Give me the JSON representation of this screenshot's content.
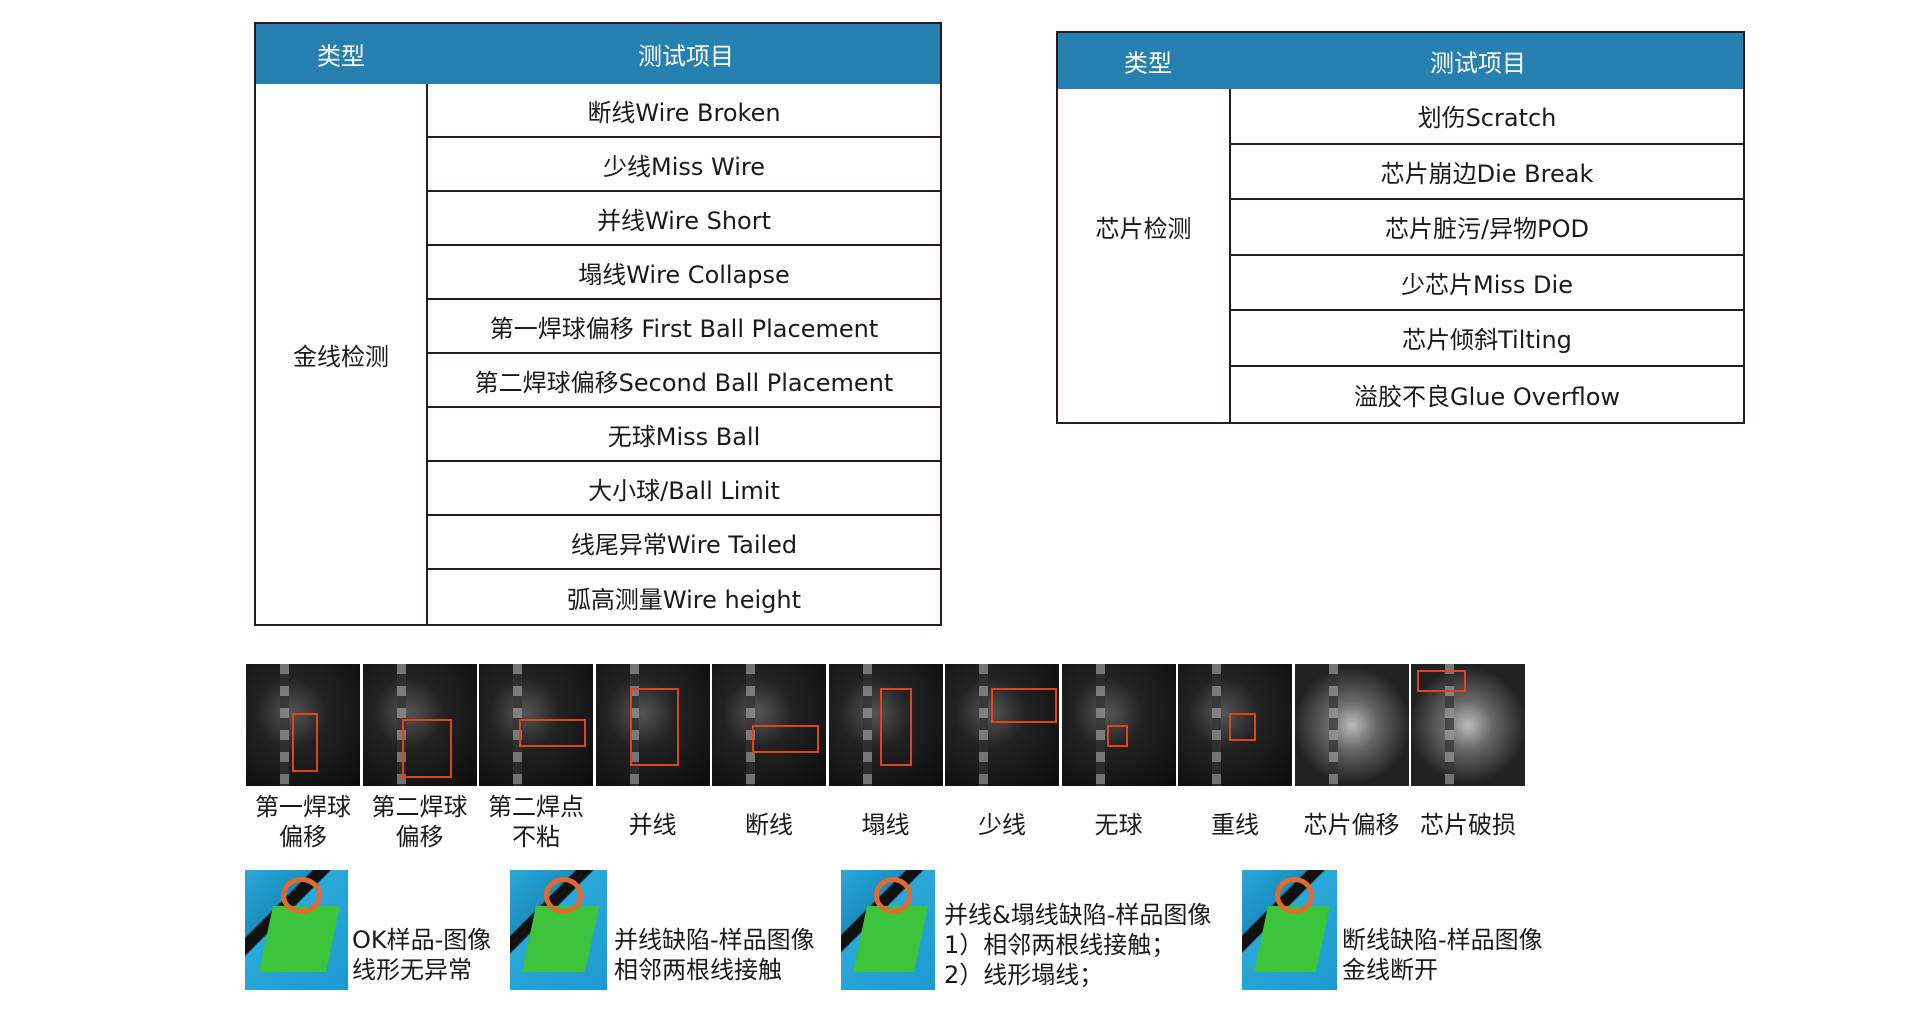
{
  "wire_table": {
    "header_type": "类型",
    "header_items": "测试项目",
    "category": "金线检测",
    "items": [
      "断线Wire Broken",
      "少线Miss Wire",
      "并线Wire Short",
      "塌线Wire Collapse",
      "第一焊球偏移 First Ball Placement",
      "第二焊球偏移Second Ball Placement",
      "无球Miss Ball",
      "大小球/Ball Limit",
      "线尾异常Wire Tailed",
      "弧高测量Wire height"
    ]
  },
  "chip_table": {
    "header_type": "类型",
    "header_items": "测试项目",
    "category": "芯片检测",
    "items": [
      "划伤Scratch",
      "芯片崩边Die Break",
      "芯片脏污/异物POD",
      "少芯片Miss Die",
      "芯片倾斜Tilting",
      "溢胶不良Glue Overflow"
    ]
  },
  "defect_images": [
    {
      "line1": "第一焊球",
      "line2": "偏移"
    },
    {
      "line1": "第二焊球",
      "line2": "偏移"
    },
    {
      "line1": "第二焊点",
      "line2": "不粘"
    },
    {
      "line1": "并线"
    },
    {
      "line1": "断线"
    },
    {
      "line1": "塌线"
    },
    {
      "line1": "少线"
    },
    {
      "line1": "无球"
    },
    {
      "line1": "重线"
    },
    {
      "line1": "芯片偏移"
    },
    {
      "line1": "芯片破损"
    }
  ],
  "samples": [
    {
      "line1": "OK样品-图像",
      "line2": "线形无异常"
    },
    {
      "line1": "并线缺陷-样品图像",
      "line2": "相邻两根线接触"
    },
    {
      "line1": "并线&塌线缺陷-样品图像",
      "line2": "1）相邻两根线接触；",
      "line3": "2）线形塌线；"
    },
    {
      "line1": "断线缺陷-样品图像",
      "line2": "金线断开"
    }
  ],
  "colors": {
    "header": "#2681b0",
    "marker": "#e0441c"
  }
}
